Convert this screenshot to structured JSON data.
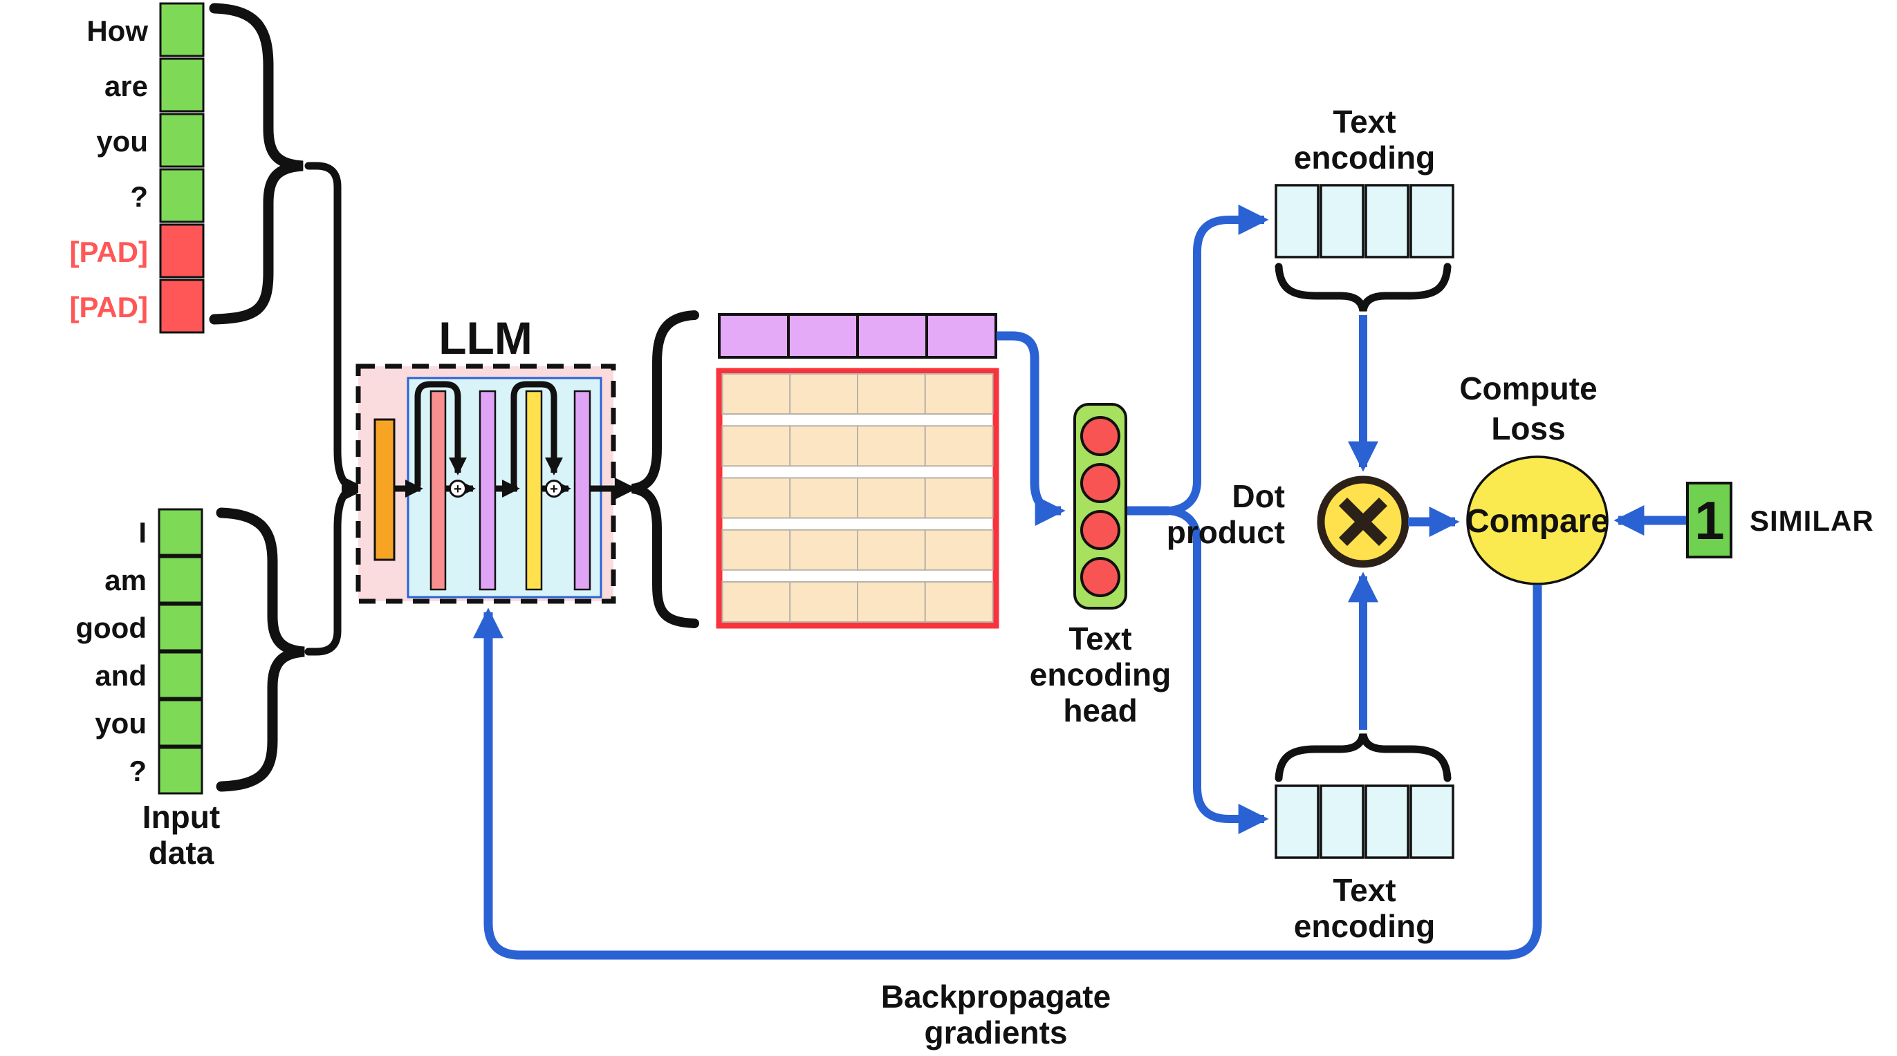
{
  "colors": {
    "token_green": "#7ED957",
    "pad_red": "#FF5757",
    "purple_cell": "#E5AAF7",
    "llm_bg": "#FBDCDE",
    "llm_inner": "#D9F4F8",
    "llm_inner_border": "#2A62D4",
    "bar_orange": "#F7A425",
    "bar_salmon": "#F99090",
    "bar_purple": "#DFA4F5",
    "bar_yellow": "#FFE14D",
    "grid_cell": "#FCE5C2",
    "grid_border": "#F8333C",
    "enc_cell": "#E1F7FA",
    "head_green": "#A8E05F",
    "head_circle": "#F95454",
    "dot_fill": "#FFE14D",
    "dot_stroke": "#2B2118",
    "compare_fill": "#FAE94F",
    "one_green": "#6FD14F",
    "blue": "#2A62D4",
    "black": "#111111"
  },
  "input": {
    "sequence1": {
      "tokens": [
        "How",
        "are",
        "you",
        "?",
        "[PAD]",
        "[PAD]"
      ]
    },
    "sequence2": {
      "tokens": [
        "I",
        "am",
        "good",
        "and",
        "you",
        "?"
      ]
    },
    "label": [
      "Input",
      "data"
    ]
  },
  "llm": {
    "title": "LLM",
    "residual_plus": "+"
  },
  "head": {
    "label": [
      "Text",
      "encoding",
      "head"
    ]
  },
  "encoding_top": {
    "label": [
      "Text",
      "encoding"
    ]
  },
  "encoding_bottom": {
    "label": [
      "Text",
      "encoding"
    ]
  },
  "dot_product": {
    "label": [
      "Dot",
      "product"
    ],
    "symbol": "×"
  },
  "loss": {
    "title": [
      "Compute",
      "Loss"
    ],
    "node_label": "Compare"
  },
  "target": {
    "value": "1",
    "label": "SIMILAR"
  },
  "backprop": {
    "label": [
      "Backpropagate",
      "gradients"
    ]
  }
}
